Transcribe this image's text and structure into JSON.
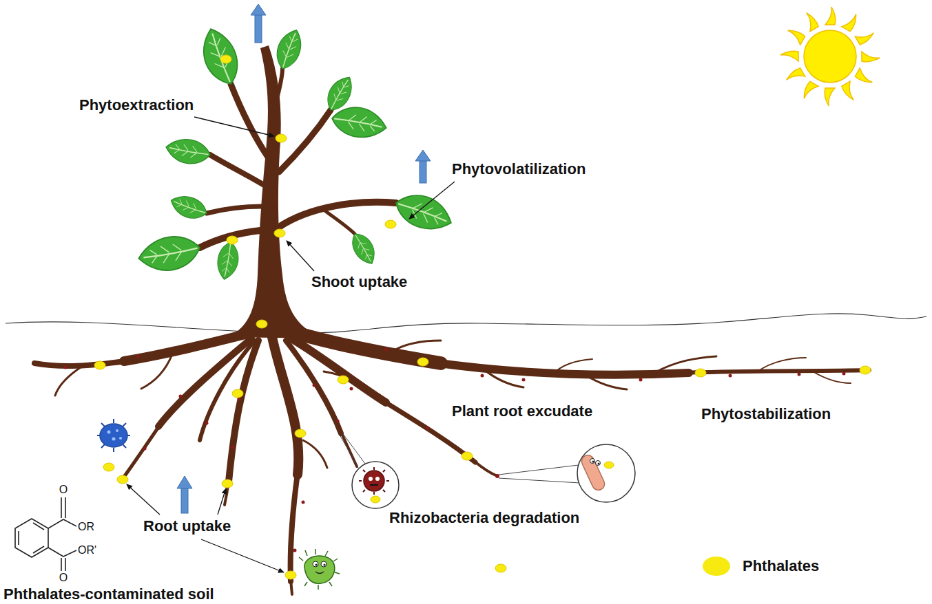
{
  "diagram": {
    "labels": [
      "Phytoextraction",
      "Phytovolatilization",
      "Shoot uptake",
      "Plant root excudate",
      "Phytostabilization",
      "Rhizobacteria degradation",
      "Root uptake",
      "Phthalates-contaminated soil",
      "O",
      "OR",
      "OR'",
      "O"
    ],
    "legend": [
      {
        "text": "Phthalates",
        "color": "#f7ea10"
      }
    ]
  }
}
